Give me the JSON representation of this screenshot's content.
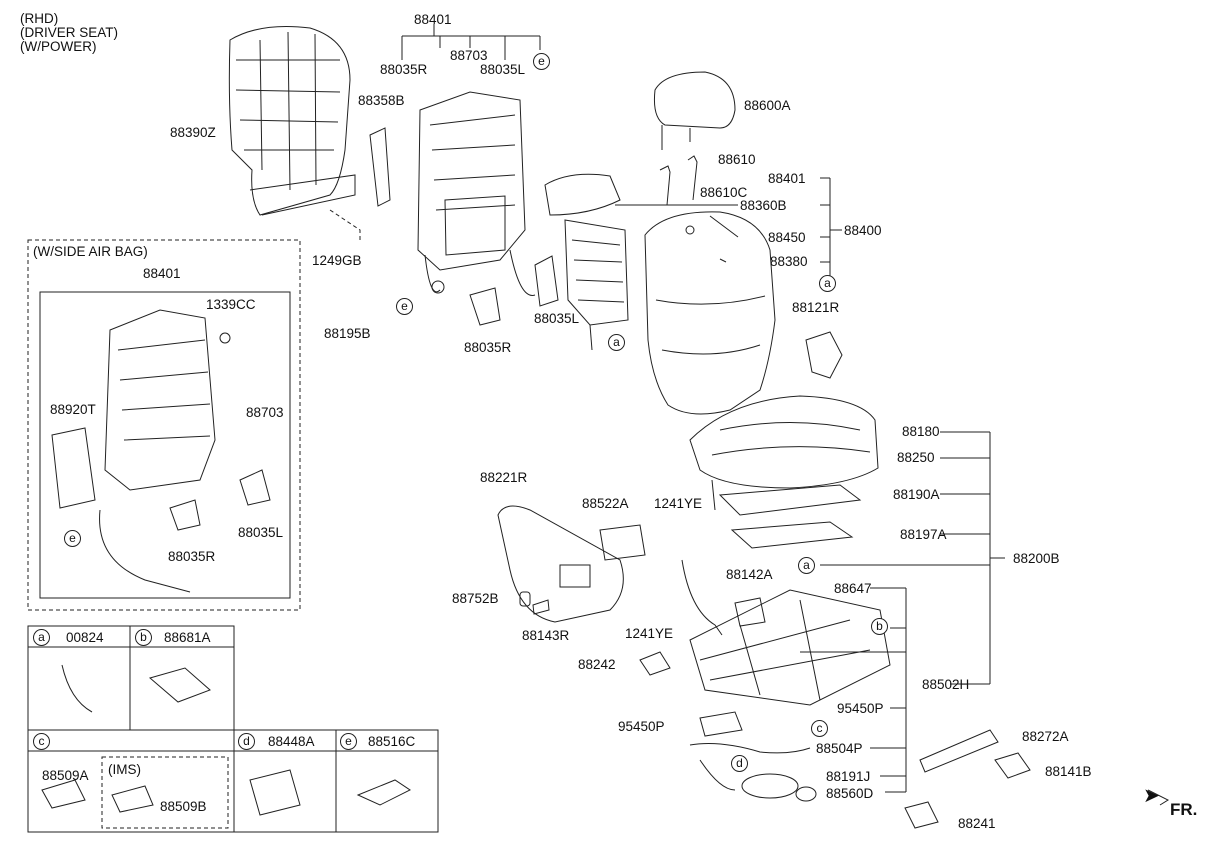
{
  "header": {
    "lines": [
      "(RHD)",
      "(DRIVER SEAT)",
      "(W/POWER)"
    ]
  },
  "side_airbag": {
    "title": "(W/SIDE AIR BAG)"
  },
  "direction": "FR.",
  "labels": {
    "p88401_top": "88401",
    "p88035R_top": "88035R",
    "p88703_top": "88703",
    "p88035L_top": "88035L",
    "p88358B": "88358B",
    "p88390Z": "88390Z",
    "p1249GB": "1249GB",
    "p88195B": "88195B",
    "p88035R_mid": "88035R",
    "p88035L_mid": "88035L",
    "p88600A": "88600A",
    "p88610": "88610",
    "p88610C": "88610C",
    "p88401_right": "88401",
    "p88360B": "88360B",
    "p88400": "88400",
    "p88450": "88450",
    "p88380": "88380",
    "p88121R": "88121R",
    "p88180": "88180",
    "p88250": "88250",
    "p88190A": "88190A",
    "p88197A": "88197A",
    "p88200B": "88200B",
    "p88221R": "88221R",
    "p88522A": "88522A",
    "p1241YE_a": "1241YE",
    "p88142A": "88142A",
    "p88647": "88647",
    "p88752B": "88752B",
    "p88143R": "88143R",
    "p1241YE_b": "1241YE",
    "p88242": "88242",
    "p88502H": "88502H",
    "p95450P_r": "95450P",
    "p95450P_l": "95450P",
    "p88504P": "88504P",
    "p88191J": "88191J",
    "p88560D": "88560D",
    "p88272A": "88272A",
    "p88141B": "88141B",
    "p88241": "88241",
    "sab88401": "88401",
    "sab1339CC": "1339CC",
    "sab88920T": "88920T",
    "sab88703": "88703",
    "sab88035L": "88035L",
    "sab88035R": "88035R"
  },
  "callouts": {
    "a": "a",
    "b": "b",
    "c": "c",
    "d": "d",
    "e": "e"
  },
  "legend": {
    "a_code": "00824",
    "b_code": "88681A",
    "c_p1": "88509A",
    "c_ims": "(IMS)",
    "c_p2": "88509B",
    "d_code": "88448A",
    "e_code": "88516C"
  }
}
